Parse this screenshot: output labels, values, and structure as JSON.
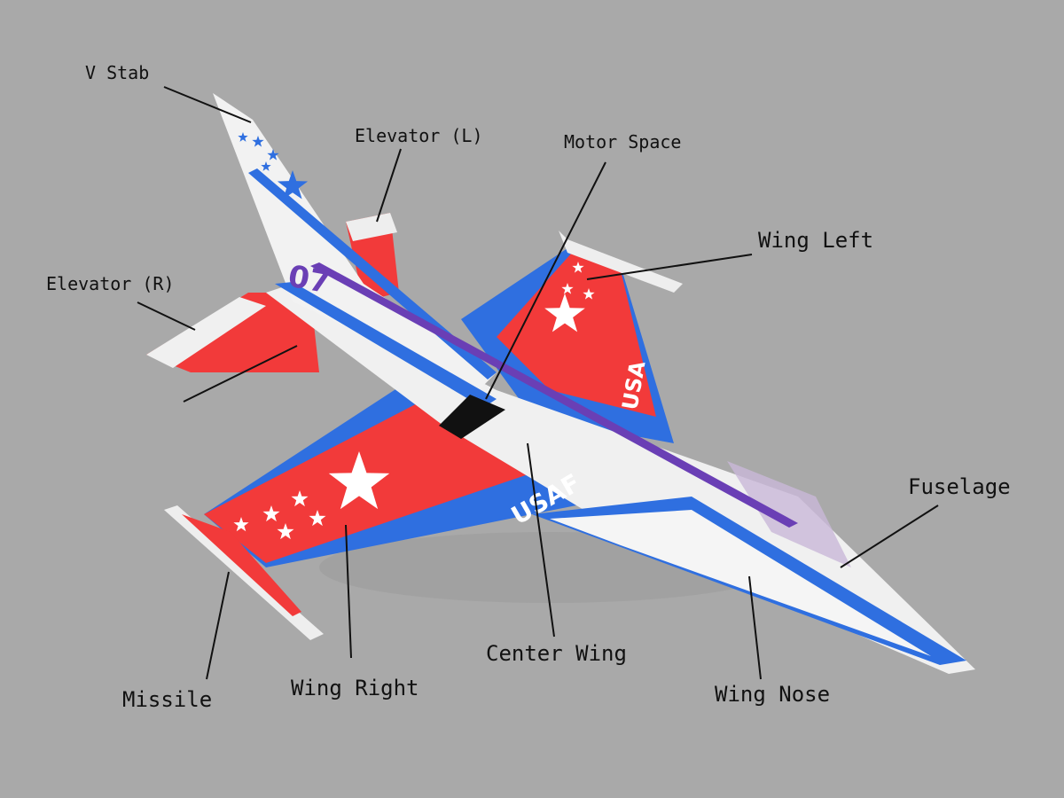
{
  "colors": {
    "background": "#a9a9a9",
    "red": "#f23a3a",
    "blue": "#2f6fe0",
    "white": "#f2f2f2",
    "purple": "#6a3fb5"
  },
  "aircraft_markings": {
    "tail_number": "07",
    "wing_text_right": "USAF",
    "wing_text_left": "USA"
  },
  "labels": {
    "v_stab": "V Stab",
    "elevator_l": "Elevator (L)",
    "motor_space": "Motor Space",
    "wing_left": "Wing Left",
    "elevator_r": "Elevator (R)",
    "fuselage": "Fuselage",
    "center_wing": "Center Wing",
    "wing_nose": "Wing Nose",
    "wing_right": "Wing Right",
    "missile": "Missile"
  }
}
